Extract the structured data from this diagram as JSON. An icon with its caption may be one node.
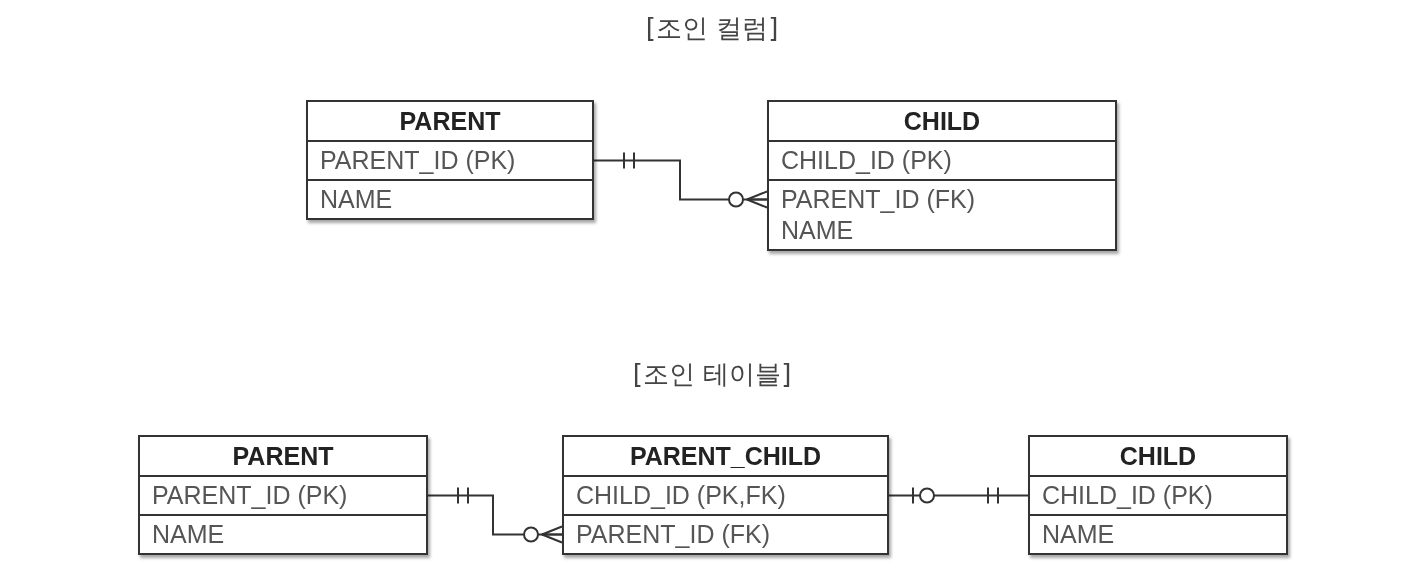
{
  "diagram": {
    "nodes": [
      {
        "text": [
          "PARENT",
          "PARENT_ID (PK)",
          "NAME"
        ]
      },
      {
        "text": [
          "CHILD",
          "CHILD_ID (PK)",
          "PARENT_ID (FK)",
          "NAME"
        ]
      },
      {
        "text": [
          "PARENT",
          "PARENT_ID (PK)",
          "NAME"
        ]
      },
      {
        "text": [
          "PARENT_CHILD",
          "CHILD_ID (PK,FK)",
          "PARENT_ID (FK)"
        ]
      },
      {
        "text": [
          "CHILD",
          "CHILD_ID (PK)",
          "NAME"
        ]
      }
    ],
    "edges": [
      {
        "from": 0,
        "to": 1,
        "arrow": "other"
      },
      {
        "from": 2,
        "to": 3,
        "arrow": "other"
      },
      {
        "from": 3,
        "to": 4,
        "arrow": "other"
      }
    ],
    "labels": [
      "[조인 컬럼]",
      "[조인 테이블]"
    ]
  }
}
